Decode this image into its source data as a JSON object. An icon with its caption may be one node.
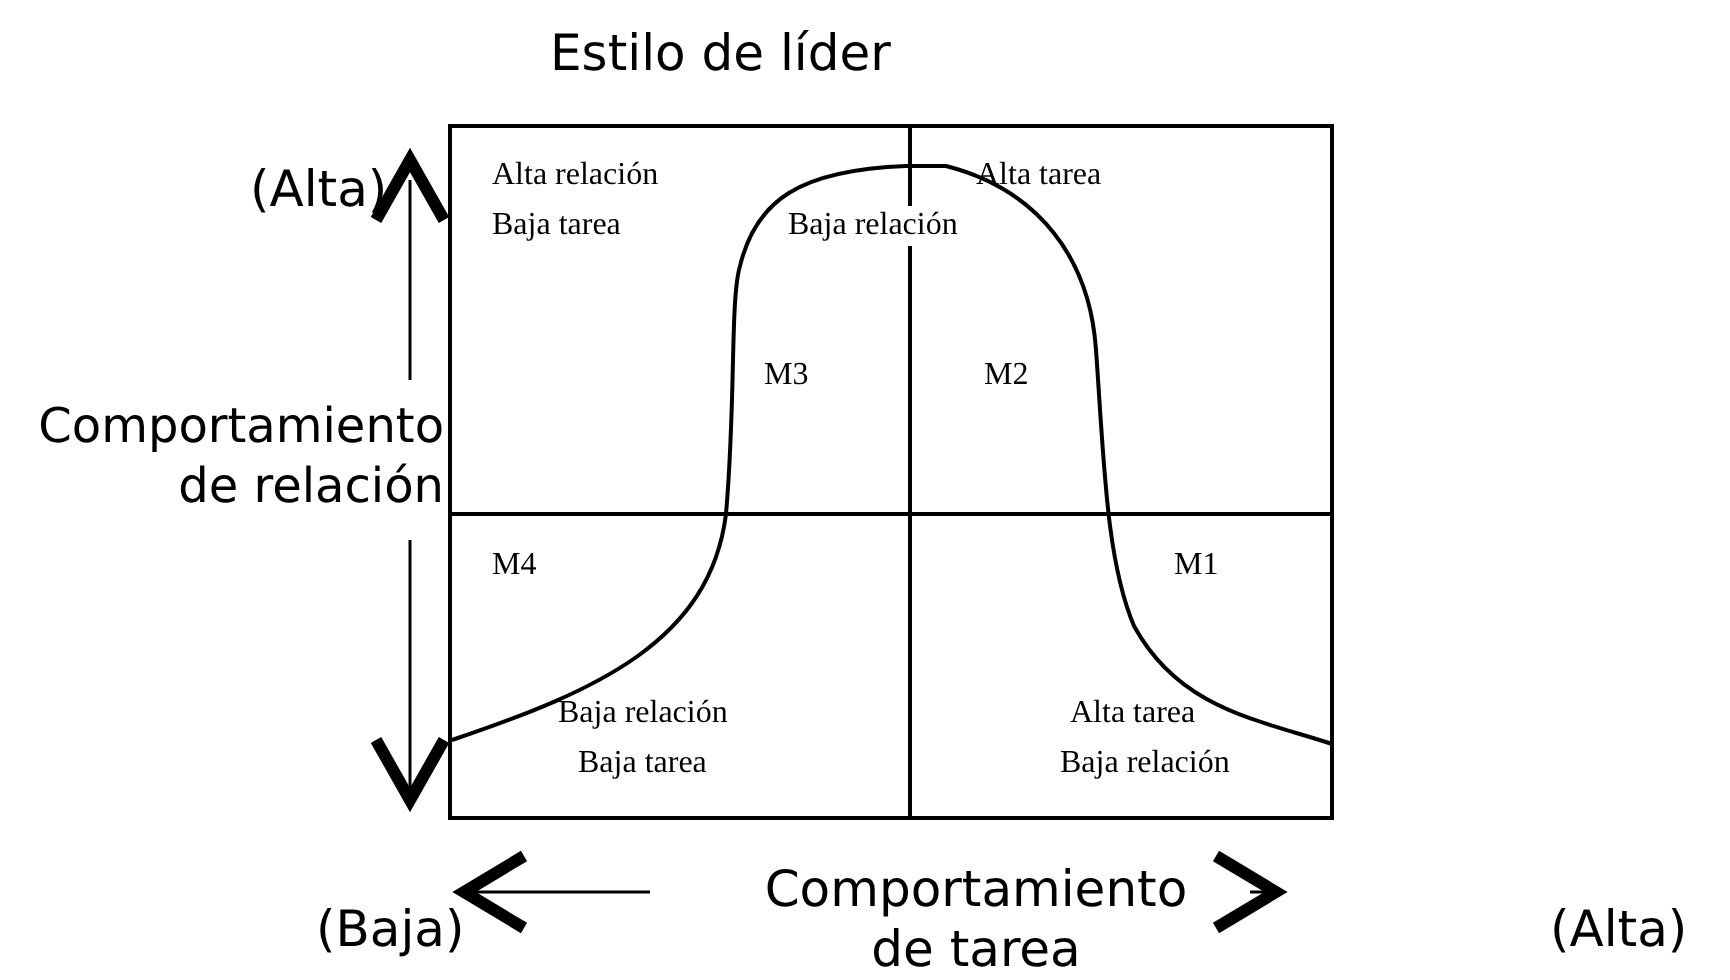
{
  "diagram": {
    "title": "Estilo de líder",
    "labels": [
      "(Alta)",
      "Comportamiento de relación",
      "Alta relación",
      "Baja tarea",
      "Alta tarea",
      "Baja relación",
      "M3",
      "M2",
      "M4",
      "M1",
      "Baja relación",
      "Baja tarea",
      "Alta tarea",
      "Baja relación",
      "(Baja)",
      "Comportamiento de tarea",
      "(Alta)"
    ]
  }
}
